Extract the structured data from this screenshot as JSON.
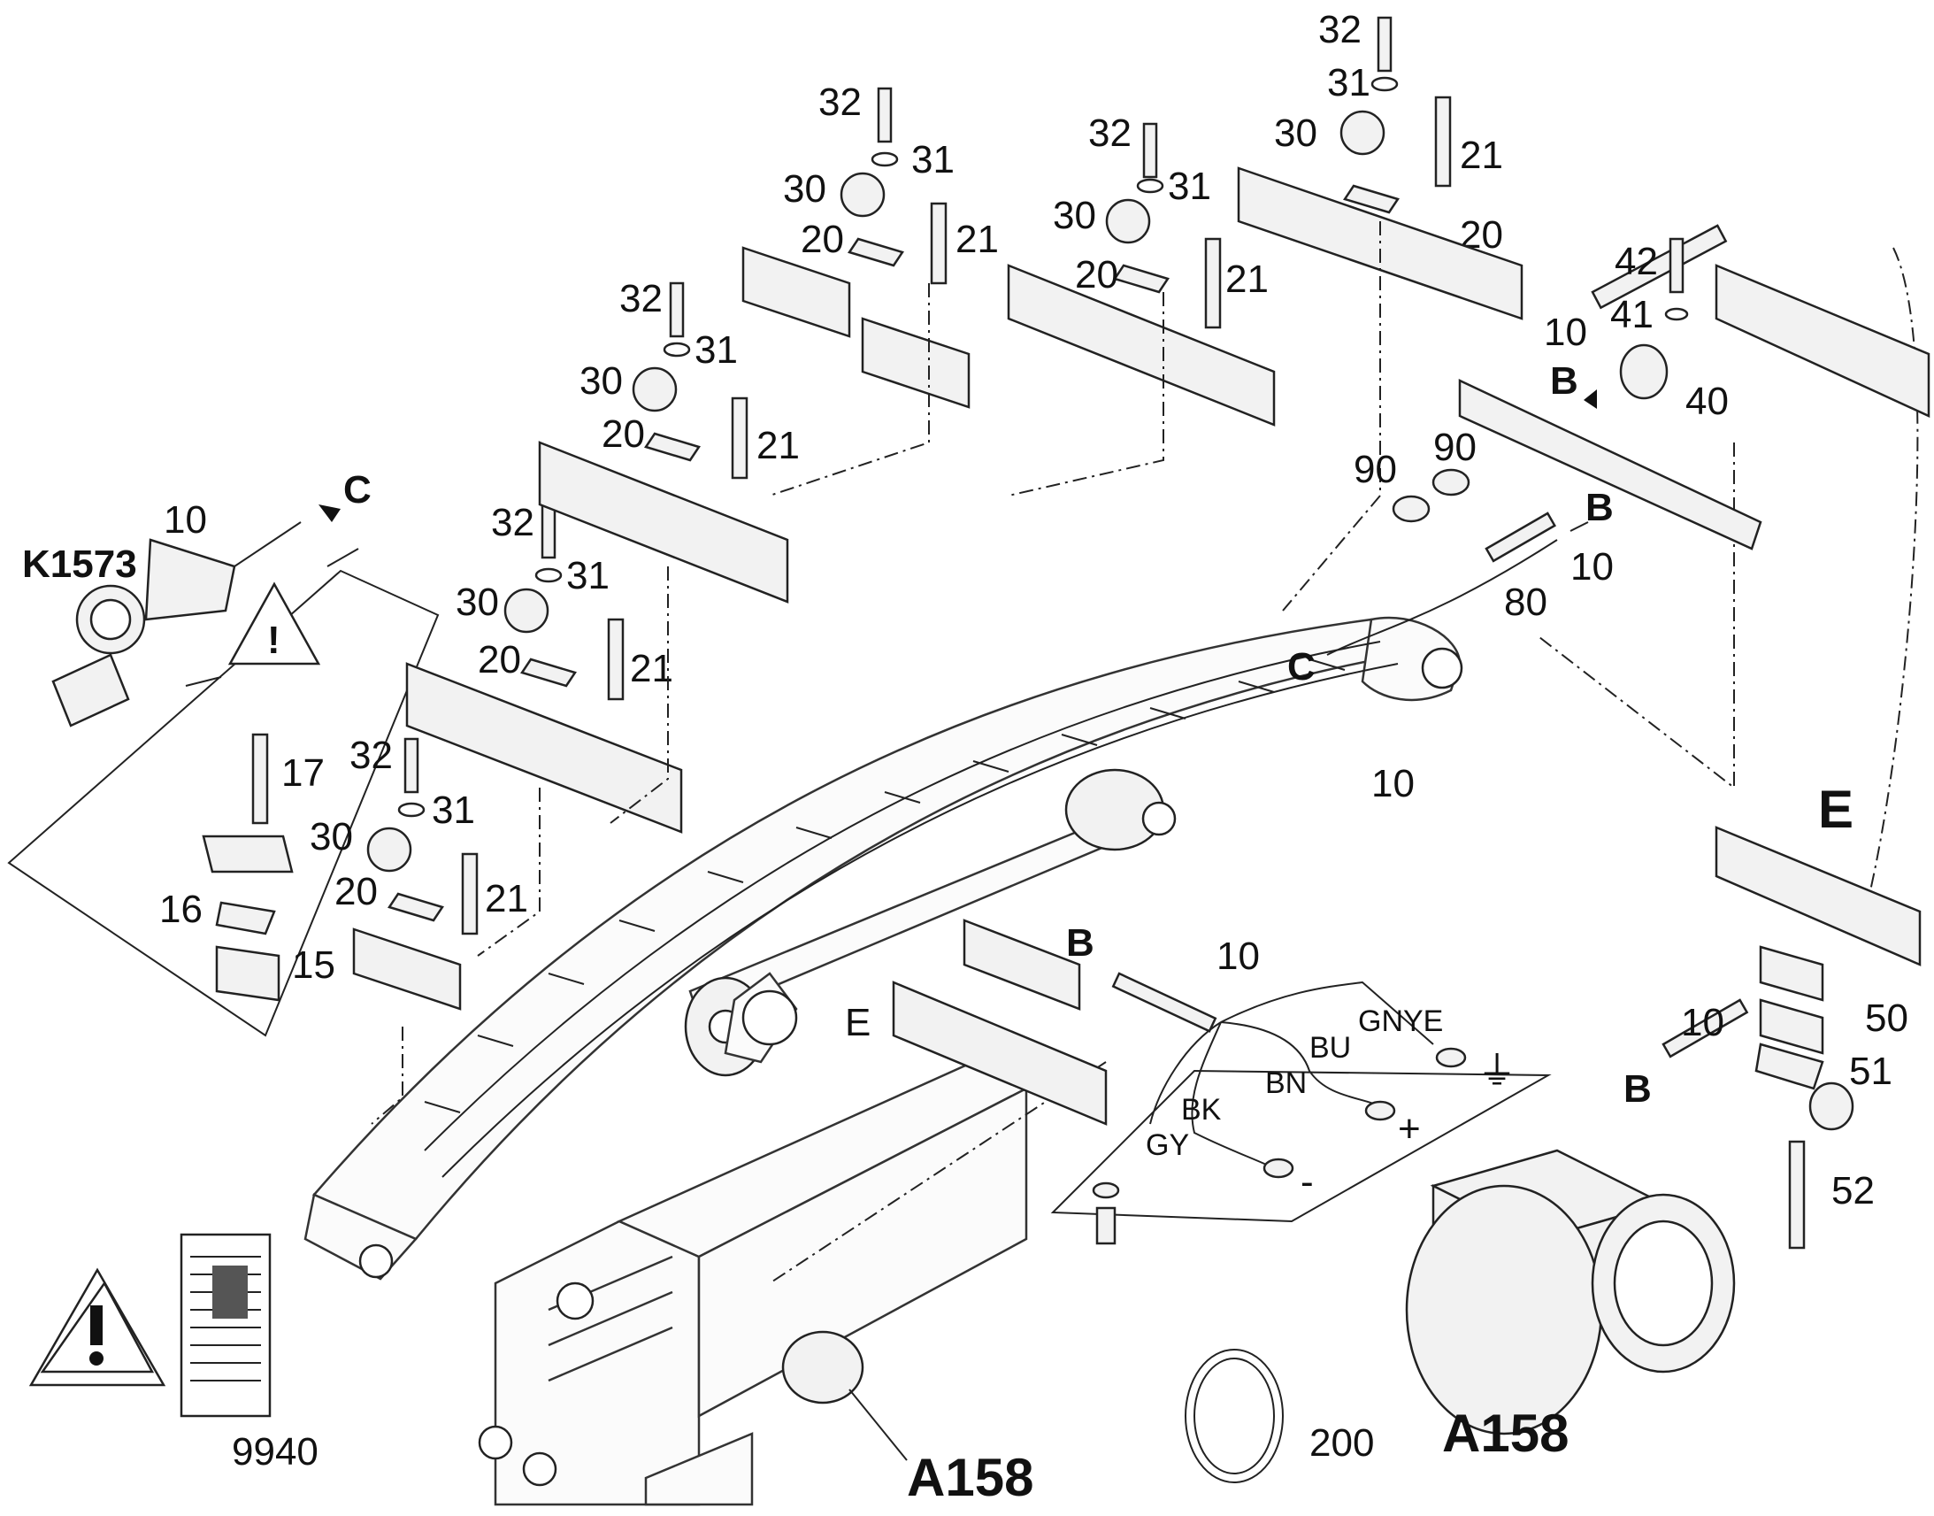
{
  "callouts": {
    "k1573": "K1573",
    "a158_motor": "A158",
    "a158_base": "A158",
    "view_e_top": "E",
    "view_e_bracket": "E",
    "p9940": "9940",
    "p200": "200",
    "p17": "17",
    "p16": "16",
    "p15": "15",
    "p10_plug": "10",
    "p10_boom": "10",
    "p10_cable": "10",
    "p10_top": "10",
    "p10_wire": "10",
    "p10_e": "10",
    "p80": "80",
    "p90a": "90",
    "p90b": "90",
    "p40": "40",
    "p41": "41",
    "p42": "42",
    "p50": "50",
    "p51": "51",
    "p52": "52",
    "p32": "32",
    "p31": "31",
    "p30": "30",
    "p20": "20",
    "p21": "21",
    "arrow_c": "C",
    "arrow_b": "B"
  },
  "clamp_groups": [
    {
      "p32": "32",
      "p31": "31",
      "p30": "30",
      "p20": "20",
      "p21": "21"
    },
    {
      "p32": "32",
      "p31": "31",
      "p30": "30",
      "p20": "20",
      "p21": "21"
    },
    {
      "p32": "32",
      "p31": "31",
      "p30": "30",
      "p20": "20",
      "p21": "21"
    },
    {
      "p32": "32",
      "p31": "31",
      "p30": "30",
      "p20": "20",
      "p21": "21"
    },
    {
      "p32": "32",
      "p31": "31",
      "p30": "30",
      "p20": "20",
      "p21": "21"
    },
    {
      "p32": "32",
      "p31": "31",
      "p30": "30",
      "p20": "20",
      "p21": "21"
    }
  ],
  "wiring": {
    "gnye": "GNYE",
    "bu": "BU",
    "bn": "BN",
    "bk": "BK",
    "gy": "GY",
    "plus": "+",
    "minus": "-",
    "ground": "⏚"
  }
}
